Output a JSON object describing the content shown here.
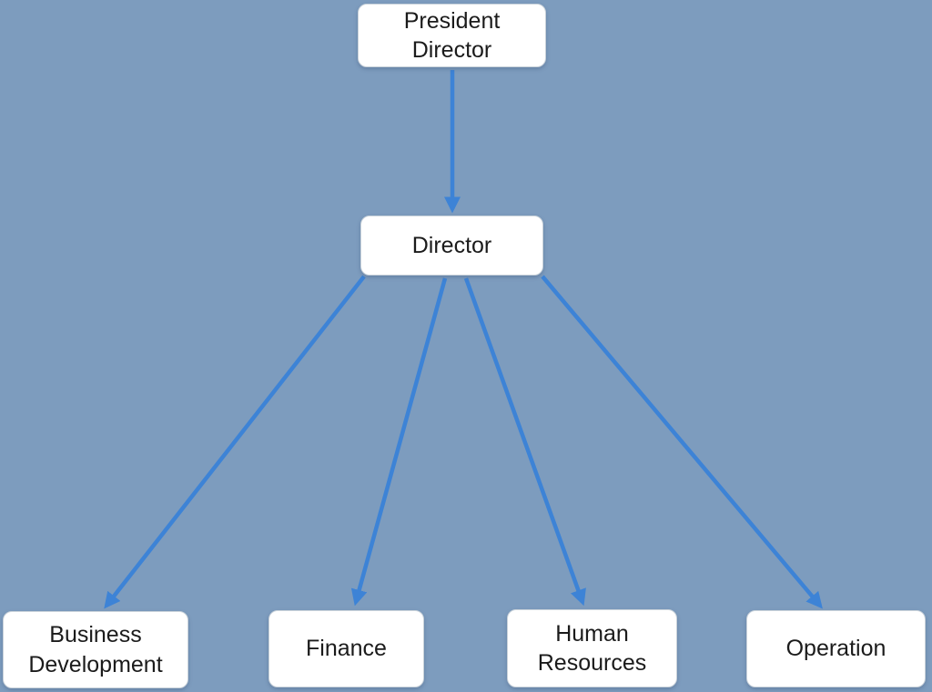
{
  "diagram": {
    "type": "org-chart",
    "nodes": [
      {
        "id": "president-director",
        "label": "President Director",
        "level": 1
      },
      {
        "id": "director",
        "label": "Director",
        "level": 2
      },
      {
        "id": "business-development",
        "label": "Business Development",
        "level": 3
      },
      {
        "id": "finance",
        "label": "Finance",
        "level": 3
      },
      {
        "id": "human-resources",
        "label": "Human Resources",
        "level": 3
      },
      {
        "id": "operation",
        "label": "Operation",
        "level": 3
      }
    ],
    "edges": [
      {
        "from": "president-director",
        "to": "director"
      },
      {
        "from": "director",
        "to": "business-development"
      },
      {
        "from": "director",
        "to": "finance"
      },
      {
        "from": "director",
        "to": "human-resources"
      },
      {
        "from": "director",
        "to": "operation"
      }
    ]
  },
  "colors": {
    "background": "#7d9cbe",
    "arrow": "#3d83d6",
    "box_background": "#ffffff",
    "box_border": "#c9d2da",
    "text": "#1b1b1b"
  }
}
